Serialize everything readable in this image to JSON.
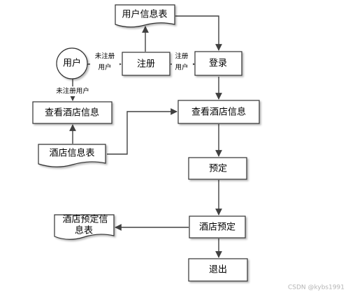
{
  "nodes": {
    "user": "用户",
    "user_table": "用户信息表",
    "register": "注册",
    "login": "登录",
    "view_hotel_left": "查看酒店信息",
    "view_hotel_right": "查看酒店信息",
    "hotel_table": "酒店信息表",
    "reserve": "预定",
    "hotel_reserve": "酒店预定",
    "reserve_table_line1": "酒店预定信",
    "reserve_table_line2": "息表",
    "logout": "退出"
  },
  "edges": {
    "user_to_register_line1": "未注册",
    "user_to_register_line2": "用户",
    "register_to_login_line1": "注册",
    "register_to_login_line2": "用户",
    "user_to_view_left": "未注册用户"
  },
  "watermark": "CSDN @kybs1991",
  "colors": {
    "stroke": "#303030",
    "arrow": "#404040",
    "text": "#000000",
    "watermark": "#b5b5b5"
  }
}
